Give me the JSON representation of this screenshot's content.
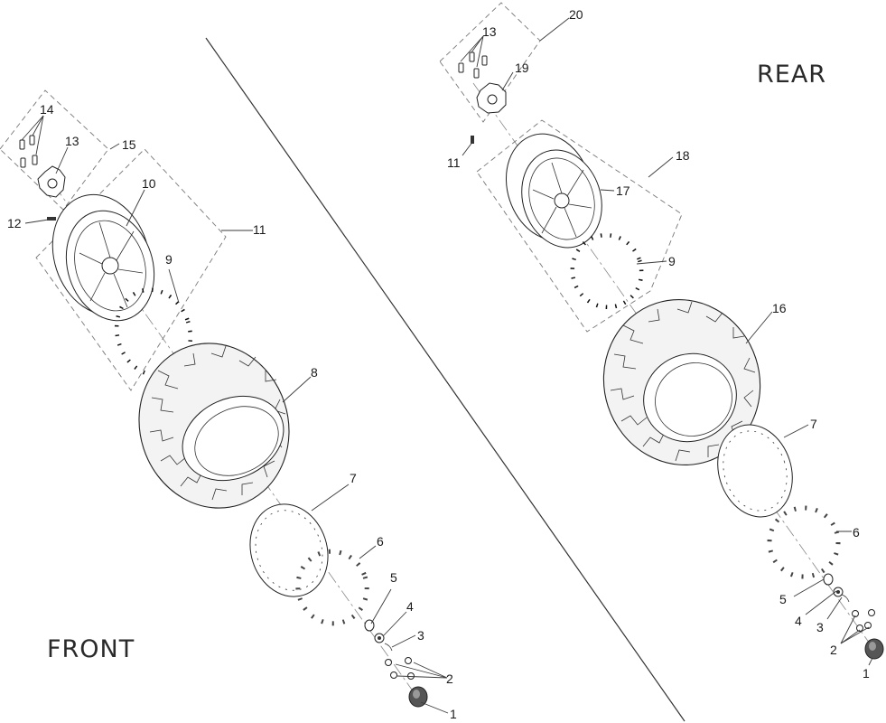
{
  "sections": {
    "front": "FRONT",
    "rear": "REAR"
  },
  "front_callouts": [
    {
      "id": "f1",
      "text": "1"
    },
    {
      "id": "f2",
      "text": "2"
    },
    {
      "id": "f3",
      "text": "3"
    },
    {
      "id": "f4",
      "text": "4"
    },
    {
      "id": "f5",
      "text": "5"
    },
    {
      "id": "f6",
      "text": "6"
    },
    {
      "id": "f7",
      "text": "7"
    },
    {
      "id": "f8",
      "text": "8"
    },
    {
      "id": "f9",
      "text": "9"
    },
    {
      "id": "f10",
      "text": "10"
    },
    {
      "id": "f11",
      "text": "11"
    },
    {
      "id": "f12",
      "text": "12"
    },
    {
      "id": "f13",
      "text": "13"
    },
    {
      "id": "f14",
      "text": "14"
    },
    {
      "id": "f15",
      "text": "15"
    }
  ],
  "rear_callouts": [
    {
      "id": "r1",
      "text": "1"
    },
    {
      "id": "r2",
      "text": "2"
    },
    {
      "id": "r3",
      "text": "3"
    },
    {
      "id": "r4",
      "text": "4"
    },
    {
      "id": "r5",
      "text": "5"
    },
    {
      "id": "r6",
      "text": "6"
    },
    {
      "id": "r7",
      "text": "7"
    },
    {
      "id": "r9",
      "text": "9"
    },
    {
      "id": "r11",
      "text": "11"
    },
    {
      "id": "r13",
      "text": "13"
    },
    {
      "id": "r16",
      "text": "16"
    },
    {
      "id": "r17",
      "text": "17"
    },
    {
      "id": "r18",
      "text": "18"
    },
    {
      "id": "r19",
      "text": "19"
    },
    {
      "id": "r20",
      "text": "20"
    }
  ]
}
